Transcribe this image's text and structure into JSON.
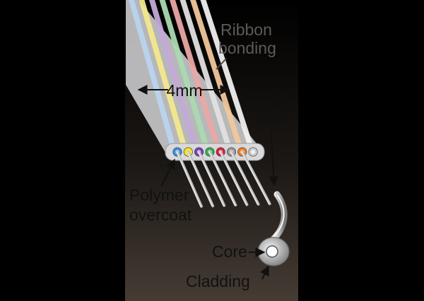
{
  "labels": {
    "ribbon_line1": "Ribbon",
    "ribbon_line2": "bonding",
    "width": "4mm",
    "glass_line1": "Glass",
    "glass_line2": "fiber",
    "polymer_line1": "Polymer",
    "polymer_line2": "overcoat",
    "core": "Core",
    "cladding": "Cladding"
  },
  "fiber_colors": [
    "#3a8fe0",
    "#f2e21c",
    "#7b3fb8",
    "#32b04a",
    "#d8223a",
    "#9a9a9a",
    "#f07e1e",
    "#cfcfcf"
  ],
  "stripe_colors": [
    "#b9d4ee",
    "#f3e88a",
    "#c3a9d8",
    "#a9d9b0",
    "#e9a7a5",
    "#e0e0e0",
    "#f1c79a",
    "#efefef"
  ],
  "colors": {
    "background_outer": "#000000",
    "panel_top": "#000000",
    "panel_bottom": "#453c34",
    "text": "#111111"
  }
}
